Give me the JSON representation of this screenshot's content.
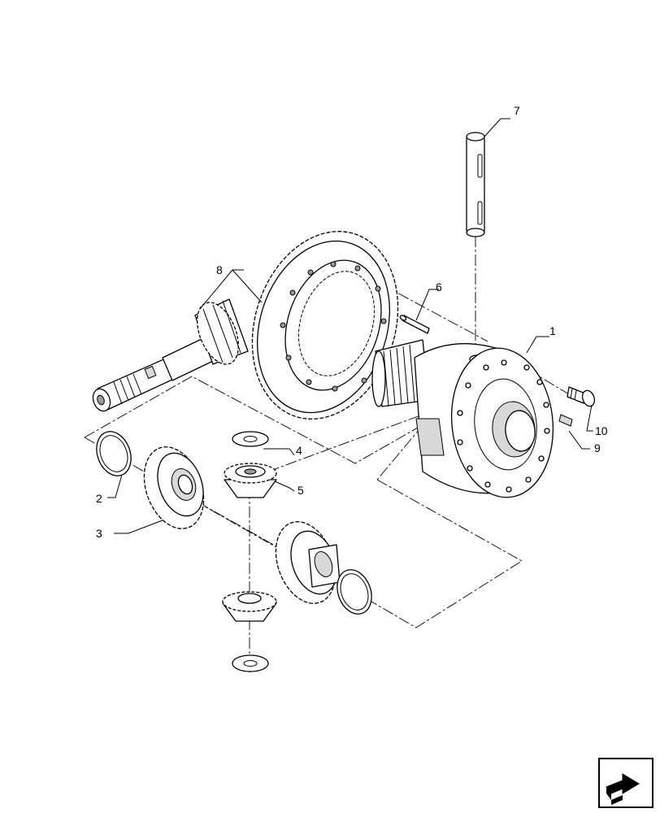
{
  "callouts": {
    "c1": "1",
    "c2": "2",
    "c3": "3",
    "c4": "4",
    "c5": "5",
    "c6": "6",
    "c7": "7",
    "c8": "8",
    "c9": "9",
    "c10": "10"
  },
  "nav_icon": "arrow-right-icon"
}
